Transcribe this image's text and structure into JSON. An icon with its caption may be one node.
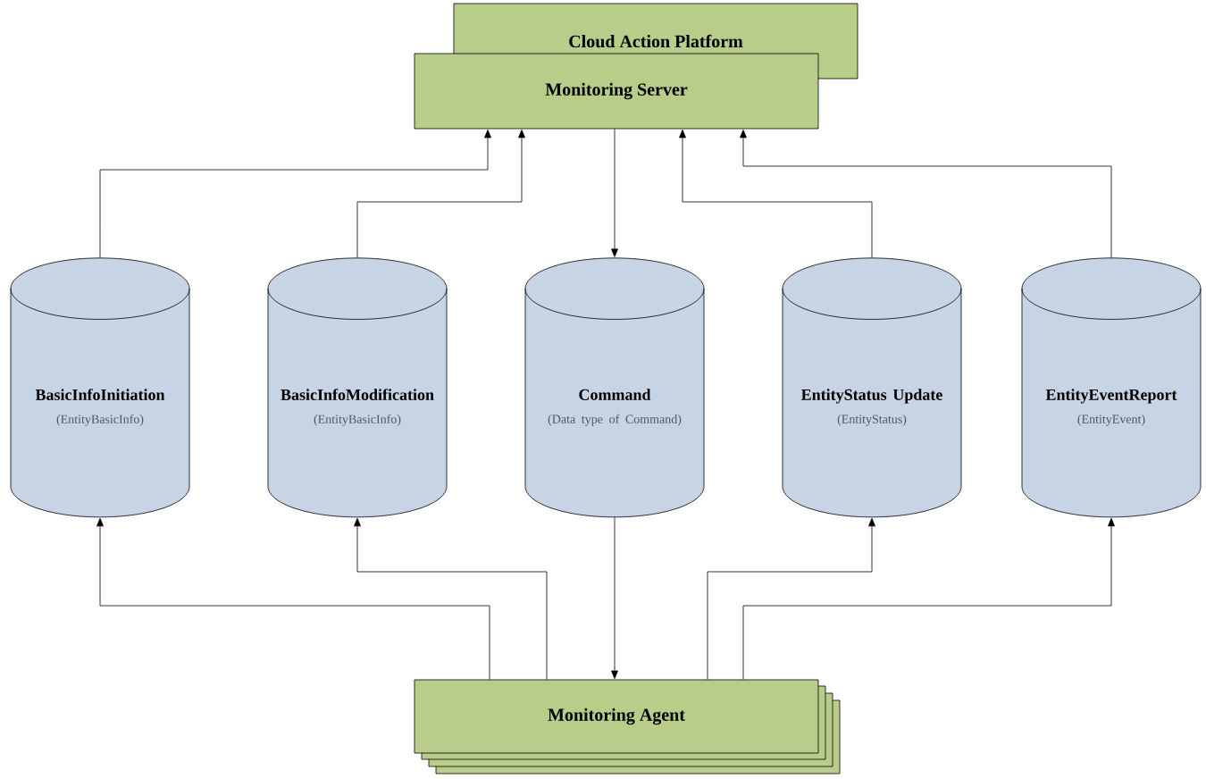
{
  "diagram": {
    "nodes": [
      {
        "text": [
          "Cloud Action Platform"
        ]
      },
      {
        "text": [
          "Monitoring Server"
        ]
      },
      {
        "text": [
          "BasicInfoInitiation",
          "(EntityBasicInfo)"
        ]
      },
      {
        "text": [
          "BasicInfoModification",
          "(EntityBasicInfo)"
        ]
      },
      {
        "text": [
          "Command",
          "(Data type of Command)"
        ]
      },
      {
        "text": [
          "EntityStatus Update",
          "(EntityStatus)"
        ]
      },
      {
        "text": [
          "EntityEventReport",
          "(EntityEvent)"
        ]
      },
      {
        "text": [
          "Monitoring Agent"
        ]
      }
    ],
    "edges": [
      {
        "from": 2,
        "to": 1,
        "arrow": "to"
      },
      {
        "from": 3,
        "to": 1,
        "arrow": "to"
      },
      {
        "from": 1,
        "to": 4,
        "arrow": "to"
      },
      {
        "from": 5,
        "to": 1,
        "arrow": "to"
      },
      {
        "from": 6,
        "to": 1,
        "arrow": "to"
      },
      {
        "from": 7,
        "to": 2,
        "arrow": "to"
      },
      {
        "from": 7,
        "to": 3,
        "arrow": "to"
      },
      {
        "from": 4,
        "to": 7,
        "arrow": "to"
      },
      {
        "from": 7,
        "to": 5,
        "arrow": "to"
      },
      {
        "from": 7,
        "to": 6,
        "arrow": "to"
      }
    ]
  }
}
